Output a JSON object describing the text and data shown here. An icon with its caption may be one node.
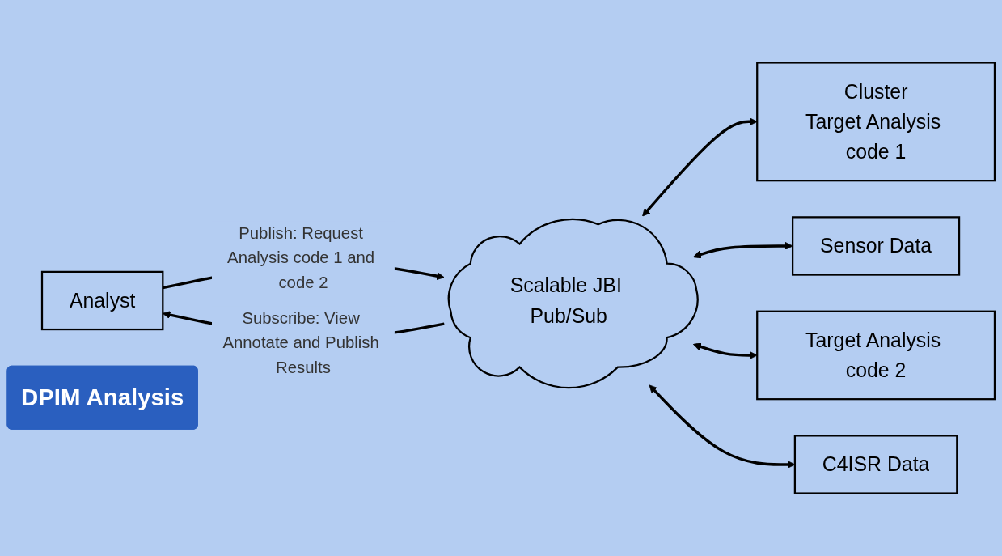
{
  "diagram": {
    "nodes": [
      {
        "text": [
          "Analyst"
        ]
      },
      {
        "text": [
          "Scalable JBI Pub/Sub"
        ]
      },
      {
        "text": [
          "Cluster",
          "Target Analysis code 1"
        ]
      },
      {
        "text": [
          "Sensor Data"
        ]
      },
      {
        "text": [
          "Target Analysis code 2"
        ]
      },
      {
        "text": [
          "C4ISR Data"
        ]
      },
      {
        "text": [
          "DPIM Analysis"
        ]
      }
    ],
    "edges": [
      {
        "from": 0,
        "to": 1,
        "arrow": "to",
        "label": "Publish: Request Analysis code 1 and code 2"
      },
      {
        "from": 1,
        "to": 0,
        "arrow": "to",
        "label": "Subscribe: View Annotate and Publish Results"
      },
      {
        "from": 1,
        "to": 2,
        "arrow": "both"
      },
      {
        "from": 1,
        "to": 3,
        "arrow": "both"
      },
      {
        "from": 1,
        "to": 4,
        "arrow": "both"
      },
      {
        "from": 1,
        "to": 5,
        "arrow": "both"
      }
    ]
  }
}
